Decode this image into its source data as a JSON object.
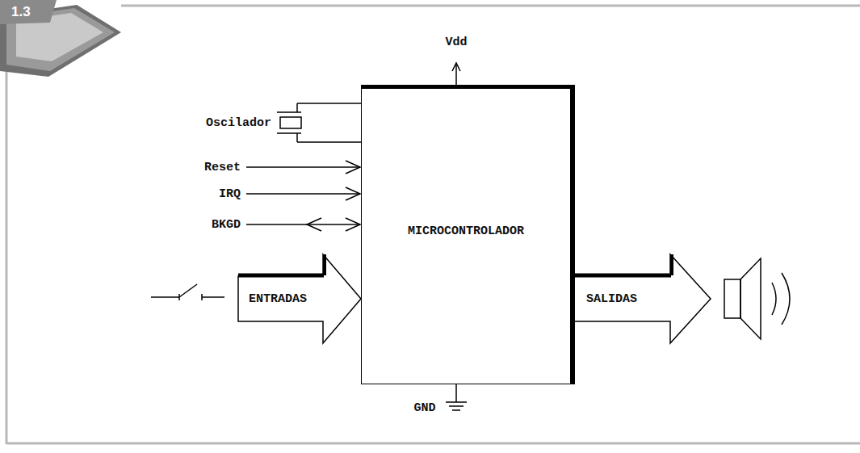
{
  "diagram": {
    "nodes": [
      {
        "text": [
          "MICROCONTROLADOR"
        ]
      }
    ],
    "labels": [
      "1.3",
      "Vdd",
      "Oscilador",
      "Reset",
      "IRQ",
      "BKGD",
      "ENTRADAS",
      "SALIDAS",
      "GND"
    ]
  }
}
